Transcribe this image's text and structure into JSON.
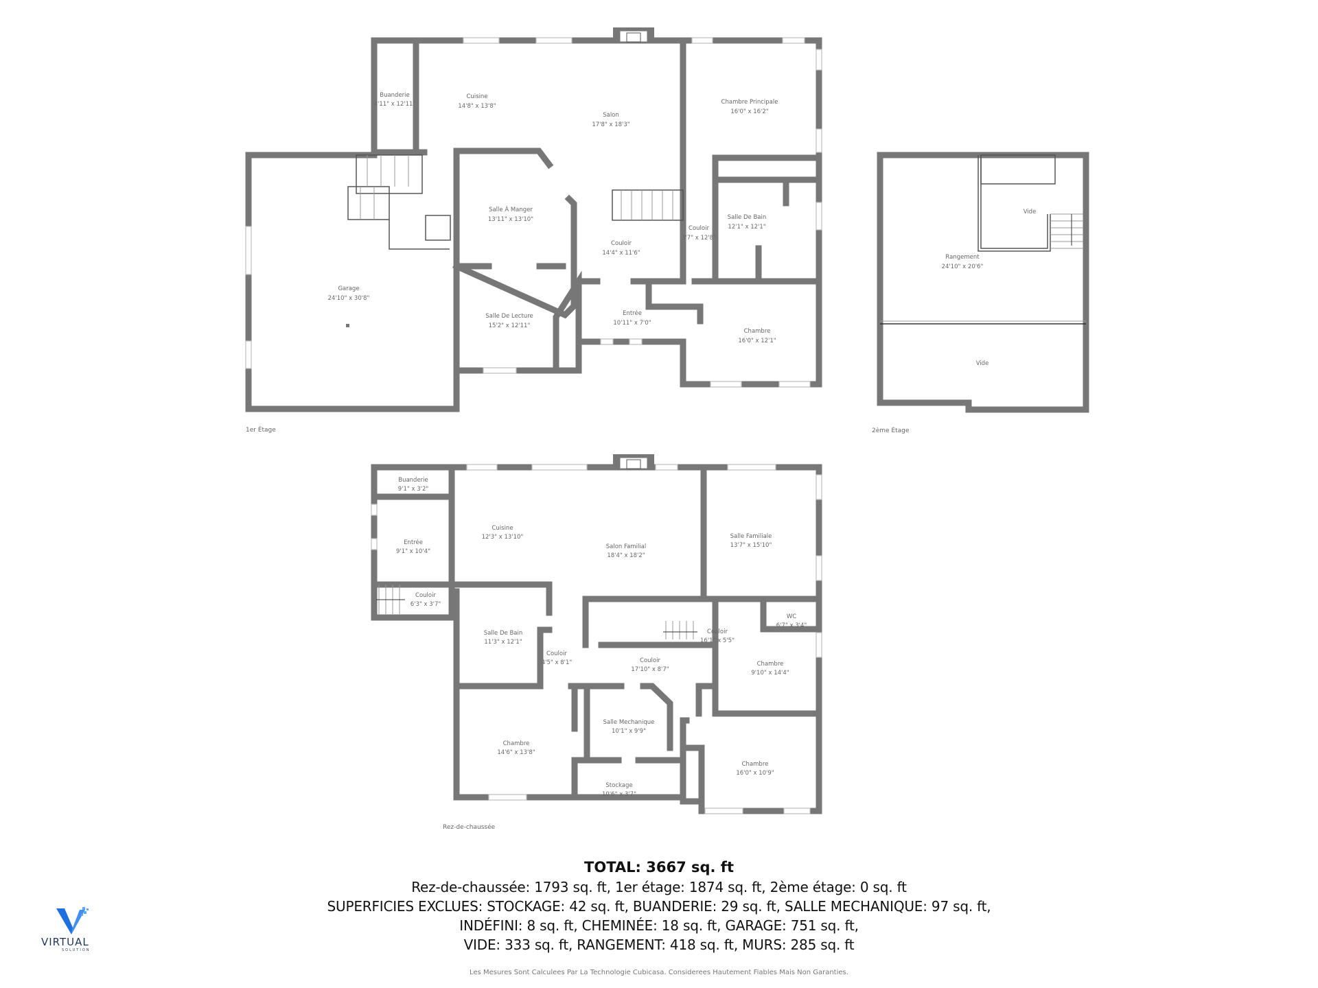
{
  "floors": {
    "first": {
      "label": "1er Étage",
      "rooms": [
        {
          "name": "Buanderie",
          "dims": "4'11\" x 12'11\""
        },
        {
          "name": "Cuisine",
          "dims": "14'8\" x 13'8\""
        },
        {
          "name": "Salon",
          "dims": "17'8\" x 18'3\""
        },
        {
          "name": "Chambre Principale",
          "dims": "16'0\" x 16'2\""
        },
        {
          "name": "Salle À Manger",
          "dims": "13'11\" x 13'10\""
        },
        {
          "name": "Salle De Bain",
          "dims": "12'1\" x 12'1\""
        },
        {
          "name": "Couloir",
          "dims": "3'7\" x 12'8\""
        },
        {
          "name": "Couloir",
          "dims": "14'4\" x 11'6\""
        },
        {
          "name": "Garage",
          "dims": "24'10\" x 30'8\""
        },
        {
          "name": "Salle De Lecture",
          "dims": "15'2\" x 12'11\""
        },
        {
          "name": "Entrée",
          "dims": "10'11\" x 7'0\""
        },
        {
          "name": "Chambre",
          "dims": "16'0\" x 12'1\""
        }
      ]
    },
    "second": {
      "label": "2ème Étage",
      "rooms": [
        {
          "name": "Vide",
          "dims": ""
        },
        {
          "name": "Rangement",
          "dims": "24'10\" x 20'6\""
        },
        {
          "name": "Vide",
          "dims": ""
        }
      ]
    },
    "ground": {
      "label": "Rez-de-chaussée",
      "rooms": [
        {
          "name": "Buanderie",
          "dims": "9'1\" x 3'2\""
        },
        {
          "name": "Entrée",
          "dims": "9'1\" x 10'4\""
        },
        {
          "name": "Cuisine",
          "dims": "12'3\" x 13'10\""
        },
        {
          "name": "Salon Familial",
          "dims": "18'4\" x 18'2\""
        },
        {
          "name": "Salle Familiale",
          "dims": "13'7\" x 15'10\""
        },
        {
          "name": "Couloir",
          "dims": "6'3\" x 3'7\""
        },
        {
          "name": "WC",
          "dims": "6'7\" x 3'4\""
        },
        {
          "name": "Salle De Bain",
          "dims": "11'3\" x 12'1\""
        },
        {
          "name": "Couloir",
          "dims": "16'1\" x 5'5\""
        },
        {
          "name": "Couloir",
          "dims": "4'5\" x 8'1\""
        },
        {
          "name": "Couloir",
          "dims": "17'10\" x 8'7\""
        },
        {
          "name": "Chambre",
          "dims": "9'10\" x 14'4\""
        },
        {
          "name": "Salle Mechanique",
          "dims": "10'1\" x 9'9\""
        },
        {
          "name": "Chambre",
          "dims": "14'6\" x 13'8\""
        },
        {
          "name": "Chambre",
          "dims": "16'0\" x 10'9\""
        },
        {
          "name": "Stockage",
          "dims": "10'6\" x 3'7\""
        }
      ]
    }
  },
  "summary": {
    "total": "TOTAL: 3667 sq. ft",
    "lines": [
      "Rez-de-chaussée: 1793 sq. ft, 1er étage: 1874 sq. ft, 2ème étage: 0 sq. ft",
      "SUPERFICIES EXCLUES: STOCKAGE: 42 sq. ft, BUANDERIE: 29 sq. ft, SALLE MECHANIQUE: 97 sq. ft,",
      "INDÉFINI: 8 sq. ft, CHEMINÉE: 18 sq. ft, GARAGE: 751 sq. ft,",
      "VIDE: 333 sq. ft, RANGEMENT: 418 sq. ft, MURS: 285 sq. ft"
    ]
  },
  "disclaimer": "Les Mesures Sont Calculees Par La Technologie Cubicasa. Considerees Hautement Fiables Mais Non Garanties.",
  "logo": {
    "word": "VIRTUAL",
    "sub": "SOLUTION",
    "colors": {
      "primary": "#1e6fe0",
      "dark": "#1c3557"
    }
  }
}
